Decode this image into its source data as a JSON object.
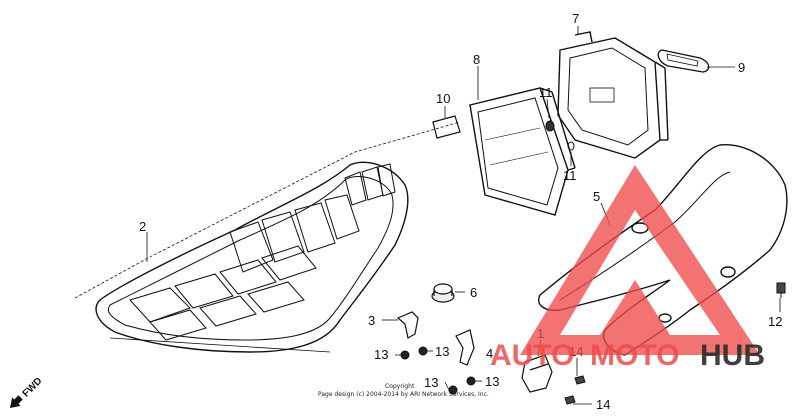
{
  "diagram": {
    "callouts": [
      "2",
      "3",
      "4",
      "5",
      "6",
      "7",
      "8",
      "9",
      "10",
      "11",
      "11",
      "12",
      "13",
      "13",
      "13",
      "13",
      "14",
      "14",
      "1"
    ],
    "direction_label": "FWD",
    "copyright": {
      "line1": "Copyright",
      "line2": "Page design (c) 2004-2014 by ARI Network Services, Inc."
    }
  },
  "watermark": {
    "part1": "AUTO",
    "part2": "MOTO",
    "part3": "HUB",
    "colors": {
      "red": "#f04a4a",
      "dark": "#2b2b2b"
    }
  }
}
